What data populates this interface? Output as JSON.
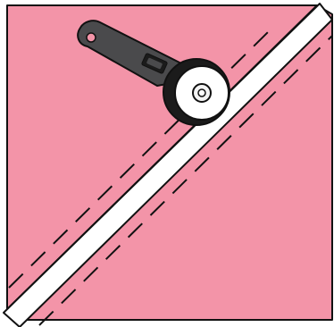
{
  "illustration": {
    "subject": "rotary-cutter-cutting-fabric-square-diagonally",
    "colors": {
      "fabric": "#f394a8",
      "outline": "#111111",
      "cut_gap": "#ffffff",
      "cutter_handle": "#4a4a4c",
      "cutter_blade": "#ffffff",
      "cutter_hub": "#f4f4f4",
      "cutter_hardware": "#1b1b1b"
    },
    "icons": {
      "tool": "rotary-cutter-icon",
      "seam_lines": "dashed-seam-line",
      "cut_line": "diagonal-cut"
    }
  }
}
